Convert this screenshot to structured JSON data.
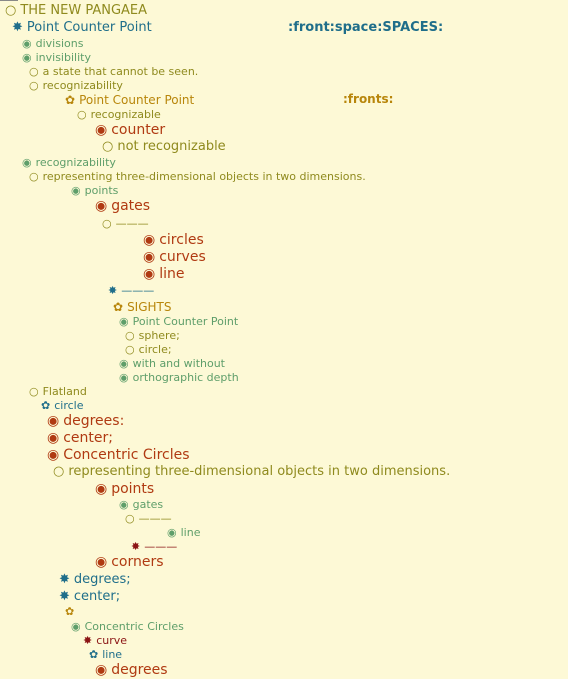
{
  "colors": {
    "background": "#fdf9d6",
    "olive": "#8f8a1e",
    "green": "#5e9e6a",
    "teal": "#1f6e8a",
    "rust": "#b03a12",
    "gold": "#b8860b",
    "maroon": "#8b1414"
  },
  "glyphs": {
    "hollow-circle-icon": "○",
    "filled-circle-icon": "◉",
    "asterisk-icon": "✸",
    "flower-icon": "✿"
  },
  "outline": [
    {
      "icon": "hollow-circle-icon",
      "text": "THE NEW PANGAEA",
      "color": "olive"
    },
    {
      "icon": "asterisk-icon",
      "text": "Point Counter Point",
      "color": "teal"
    },
    {
      "icon": "filled-circle-icon",
      "text": "divisions",
      "color": "green"
    },
    {
      "icon": "filled-circle-icon",
      "text": "invisibility",
      "color": "green"
    },
    {
      "icon": "hollow-circle-icon",
      "text": "a state that cannot be seen.",
      "color": "olive"
    },
    {
      "icon": "hollow-circle-icon",
      "text": "recognizability",
      "color": "olive"
    },
    {
      "icon": "flower-icon",
      "text": "Point Counter Point",
      "color": "gold"
    },
    {
      "icon": "hollow-circle-icon",
      "text": "recognizable",
      "color": "olive"
    },
    {
      "icon": "filled-circle-icon",
      "text": "counter",
      "color": "rust"
    },
    {
      "icon": "hollow-circle-icon",
      "text": "not recognizable",
      "color": "olive"
    },
    {
      "icon": "filled-circle-icon",
      "text": "recognizability",
      "color": "green"
    },
    {
      "icon": "hollow-circle-icon",
      "text": "representing three-dimensional objects in two dimensions.",
      "color": "olive"
    },
    {
      "icon": "filled-circle-icon",
      "text": "points",
      "color": "green"
    },
    {
      "icon": "filled-circle-icon",
      "text": "gates",
      "color": "rust"
    },
    {
      "icon": "hollow-circle-icon",
      "text": "———",
      "color": "olive"
    },
    {
      "icon": "filled-circle-icon",
      "text": "circles",
      "color": "rust"
    },
    {
      "icon": "filled-circle-icon",
      "text": "curves",
      "color": "rust"
    },
    {
      "icon": "filled-circle-icon",
      "text": "line",
      "color": "rust"
    },
    {
      "icon": "asterisk-icon",
      "text": "———",
      "color": "teal"
    },
    {
      "icon": "flower-icon",
      "text": "SIGHTS",
      "color": "gold"
    },
    {
      "icon": "filled-circle-icon",
      "text": "Point Counter Point",
      "color": "green"
    },
    {
      "icon": "hollow-circle-icon",
      "text": "sphere;",
      "color": "olive"
    },
    {
      "icon": "hollow-circle-icon",
      "text": "circle;",
      "color": "olive"
    },
    {
      "icon": "filled-circle-icon",
      "text": "with and without",
      "color": "green"
    },
    {
      "icon": "filled-circle-icon",
      "text": "orthographic depth",
      "color": "green"
    },
    {
      "icon": "hollow-circle-icon",
      "text": "Flatland",
      "color": "olive"
    },
    {
      "icon": "flower-icon",
      "text": "circle",
      "color": "teal"
    },
    {
      "icon": "filled-circle-icon",
      "text": "degrees:",
      "color": "rust"
    },
    {
      "icon": "filled-circle-icon",
      "text": "center;",
      "color": "rust"
    },
    {
      "icon": "filled-circle-icon",
      "text": "Concentric Circles",
      "color": "rust"
    },
    {
      "icon": "hollow-circle-icon",
      "text": "representing three-dimensional objects in two dimensions.",
      "color": "olive"
    },
    {
      "icon": "filled-circle-icon",
      "text": "points",
      "color": "rust"
    },
    {
      "icon": "filled-circle-icon",
      "text": "gates",
      "color": "green"
    },
    {
      "icon": "hollow-circle-icon",
      "text": "———",
      "color": "olive"
    },
    {
      "icon": "filled-circle-icon",
      "text": "line",
      "color": "green"
    },
    {
      "icon": "asterisk-icon",
      "text": "———",
      "color": "maroon"
    },
    {
      "icon": "filled-circle-icon",
      "text": "corners",
      "color": "rust"
    },
    {
      "icon": "asterisk-icon",
      "text": "degrees;",
      "color": "teal"
    },
    {
      "icon": "asterisk-icon",
      "text": "center;",
      "color": "teal"
    },
    {
      "icon": "flower-icon",
      "text": "",
      "color": "gold"
    },
    {
      "icon": "filled-circle-icon",
      "text": "Concentric Circles",
      "color": "green"
    },
    {
      "icon": "asterisk-icon",
      "text": "curve",
      "color": "maroon"
    },
    {
      "icon": "flower-icon",
      "text": "line",
      "color": "teal"
    },
    {
      "icon": "filled-circle-icon",
      "text": "degrees",
      "color": "rust"
    }
  ],
  "side_labels": [
    {
      "text": ":front:space:SPACES:",
      "color": "teal"
    },
    {
      "text": ":fronts:",
      "color": "gold"
    }
  ]
}
